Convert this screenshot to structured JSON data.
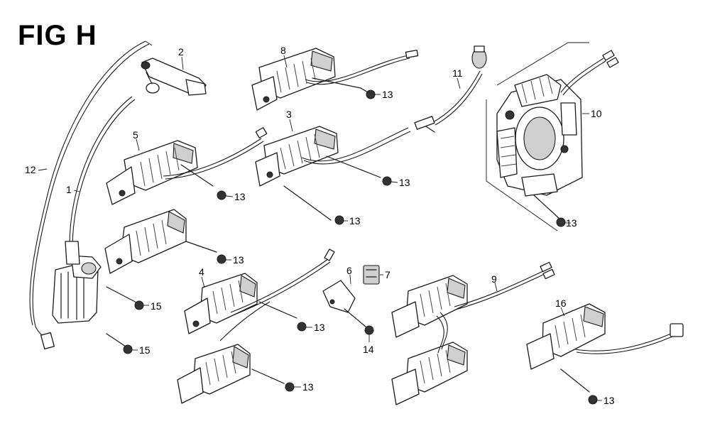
{
  "figure": {
    "title": "FIG H",
    "callouts": [
      {
        "id": "c-2",
        "label": "2"
      },
      {
        "id": "c-8",
        "label": "8"
      },
      {
        "id": "c-13a",
        "label": "13"
      },
      {
        "id": "c-11",
        "label": "11"
      },
      {
        "id": "c-10",
        "label": "10"
      },
      {
        "id": "c-3",
        "label": "3"
      },
      {
        "id": "c-13b",
        "label": "13"
      },
      {
        "id": "c-5",
        "label": "5"
      },
      {
        "id": "c-12",
        "label": "12"
      },
      {
        "id": "c-1",
        "label": "1"
      },
      {
        "id": "c-13c",
        "label": "13"
      },
      {
        "id": "c-13d",
        "label": "13"
      },
      {
        "id": "c-13e",
        "label": "13"
      },
      {
        "id": "c-13f",
        "label": "13"
      },
      {
        "id": "c-6",
        "label": "6"
      },
      {
        "id": "c-7",
        "label": "7"
      },
      {
        "id": "c-9",
        "label": "9"
      },
      {
        "id": "c-4",
        "label": "4"
      },
      {
        "id": "c-15a",
        "label": "15"
      },
      {
        "id": "c-13g",
        "label": "13"
      },
      {
        "id": "c-14",
        "label": "14"
      },
      {
        "id": "c-16",
        "label": "16"
      },
      {
        "id": "c-15b",
        "label": "15"
      },
      {
        "id": "c-13h",
        "label": "13"
      },
      {
        "id": "c-13i",
        "label": "13"
      }
    ]
  }
}
